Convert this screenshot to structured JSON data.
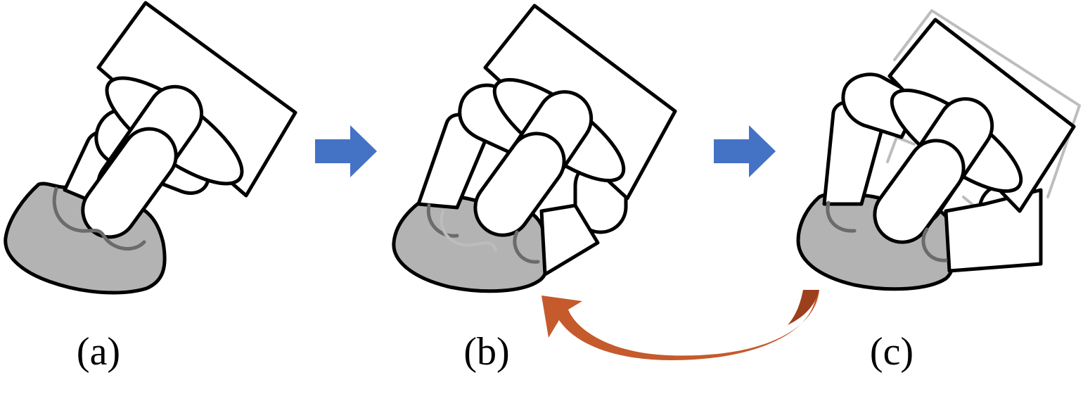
{
  "panels": [
    {
      "id": "a",
      "label": "(a)"
    },
    {
      "id": "b",
      "label": "(b)"
    },
    {
      "id": "c",
      "label": "(c)"
    }
  ],
  "colors": {
    "forward_arrow": "#4472c4",
    "return_arrow": "#c55a2c",
    "palm_fill": "#b3b3b3",
    "ghost_outline": "#bdbdbd"
  },
  "icons": {
    "forward_arrow": "right-arrow-icon",
    "return_arrow": "curved-return-arrow-icon"
  }
}
